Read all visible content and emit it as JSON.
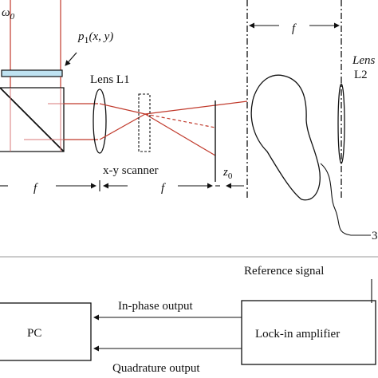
{
  "labels": {
    "omega0": "ω",
    "omega0_sub": "0",
    "p1": "p",
    "p1_sub": "1",
    "p1_args": "(x, y)",
    "lens_l1": "Lens L1",
    "lens_l2_line1": "Lens",
    "lens_l2_line2": "L2",
    "scanner": "x-y scanner",
    "f_left": "f",
    "f_mid": "f",
    "f_top": "f",
    "z0": "z",
    "z0_sub": "0",
    "detector_partial": "3",
    "reference_signal": "Reference signal",
    "in_phase_output": "In-phase output",
    "quadrature_output": "Quadrature output",
    "pc": "PC",
    "lockin": "Lock-in amplifier"
  },
  "colors": {
    "beam": "#c0392b",
    "beam_light": "#d46a6a",
    "ink": "#111111",
    "filter_fill": "#bfe3f2",
    "separator": "#999999"
  }
}
